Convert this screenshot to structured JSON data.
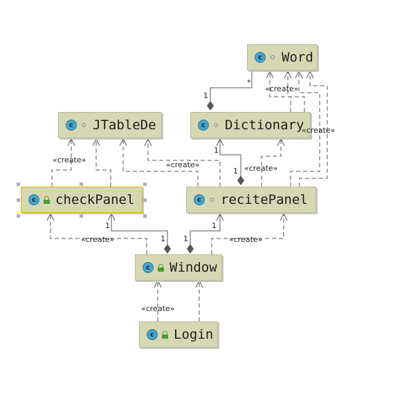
{
  "diagram": {
    "classes": {
      "word": "Word",
      "dictionary": "Dictionary",
      "jtable": "JTableDe",
      "check": "checkPanel",
      "recite": "recitePanel",
      "window": "Window",
      "login": "Login"
    },
    "icon_letter": "c",
    "labels": {
      "create_dict_word": "«create»",
      "create_recite_word": "«create»",
      "create_check_jtable": "«create»",
      "create_recite_jtable": "«create»",
      "create_recite_dict": "«create»",
      "create_window_check": "«create»",
      "create_window_recite": "«create»",
      "create_login_window": "«create»"
    },
    "multiplicities": {
      "dict_word_one": "1",
      "dict_word_many": "*",
      "recite_dict_one_a": "1",
      "recite_dict_one_b": "1",
      "window_check_one_a": "1",
      "window_check_one_b": "1",
      "window_recite_one_a": "1",
      "window_recite_one_b": "1"
    },
    "colors": {
      "node_fill": "#d6d8b3",
      "node_border": "#b9bb98",
      "selected_border": "#e4b400",
      "class_icon": "#4aa3c7",
      "public_icon": "#4e9a32",
      "edge": "#555555"
    },
    "icons": [
      "class-icon",
      "package-visibility-icon",
      "public-visibility-icon",
      "composition-diamond-icon",
      "open-arrow-icon"
    ]
  }
}
